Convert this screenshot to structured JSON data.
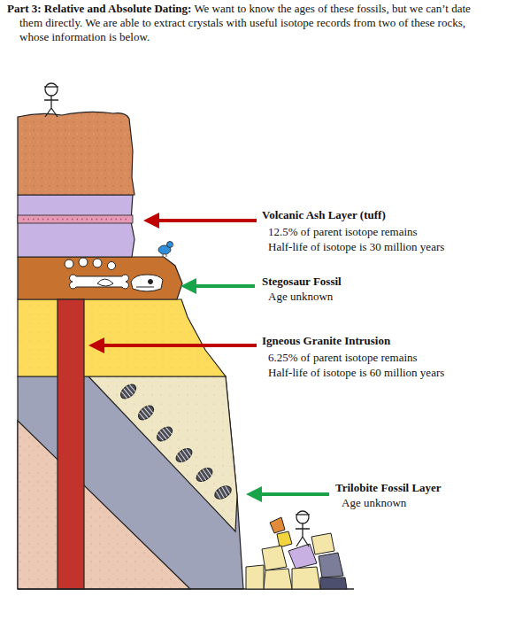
{
  "diagram": {
    "title": "Part 3: Relative and Absolute Dating:",
    "labels": [
      "We want to know the ages of these fossils, but we can’t date them directly. We are able to extract crystals with useful isotope records from two of these rocks, whose information is below.",
      "Volcanic Ash Layer (tuff)",
      "12.5% of parent isotope remains",
      "Half-life of isotope is 30 million years",
      "Stegosaur Fossil",
      "Age unknown",
      "Igneous Granite Intrusion",
      "6.25% of parent isotope remains",
      "Half-life of isotope is 60 million years",
      "Trilobite Fossil Layer",
      "Age unknown"
    ]
  }
}
